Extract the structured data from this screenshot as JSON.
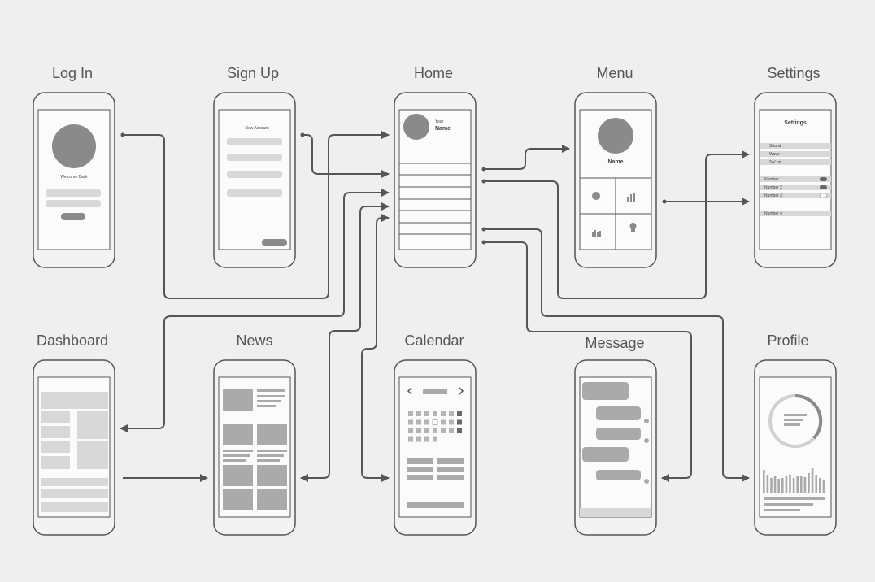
{
  "screens": {
    "login": {
      "title": "Log In",
      "welcome": "Welcome Back"
    },
    "signup": {
      "title": "Sign Up",
      "heading": "New Account"
    },
    "home": {
      "title": "Home",
      "your": "Your",
      "name": "Name"
    },
    "menu": {
      "title": "Menu",
      "name": "Name"
    },
    "settings": {
      "title": "Settings",
      "heading": "Settings",
      "items": [
        "Sound",
        "Wave",
        "Sp/ on"
      ],
      "numbers": [
        "Number 1",
        "Number 2",
        "Number 3"
      ],
      "footer": "Number 4"
    },
    "dashboard": {
      "title": "Dashboard"
    },
    "news": {
      "title": "News"
    },
    "calendar": {
      "title": "Calendar"
    },
    "message": {
      "title": "Message"
    },
    "profile": {
      "title": "Profile"
    }
  },
  "colors": {
    "background": "#efefef",
    "outline": "#555555",
    "fill": "#d8d8d8",
    "dark": "#8a8a8a"
  }
}
